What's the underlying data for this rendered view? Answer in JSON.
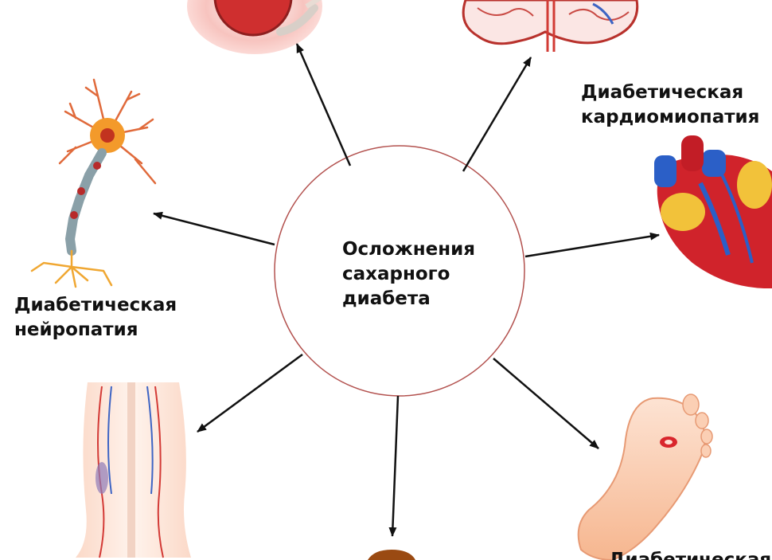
{
  "center": {
    "line1": "Осложнения",
    "line2": "сахарного",
    "line3": "диабета"
  },
  "labels": {
    "cardio": {
      "line1": "Диабетическая",
      "line2": "кардиомиопатия"
    },
    "neuro": {
      "line1": "Диабетическая",
      "line2": "нейропатия"
    },
    "foot": {
      "line1": "Диабетическая"
    }
  },
  "icons": {
    "eye": "eye-icon",
    "brain": "brain-icon",
    "heart": "heart-icon",
    "neuron": "neuron-icon",
    "legs": "legs-veins-icon",
    "kidney": "kidney-icon",
    "foot": "foot-ulcer-icon"
  },
  "colors": {
    "circle_stroke": "#b3524f",
    "arrow": "#111111",
    "heart_red": "#d0232b",
    "heart_blue": "#2b5fc7",
    "fat_yellow": "#f2c23a",
    "skin": "#f6b68f",
    "neuron_orange": "#f39a2b"
  }
}
